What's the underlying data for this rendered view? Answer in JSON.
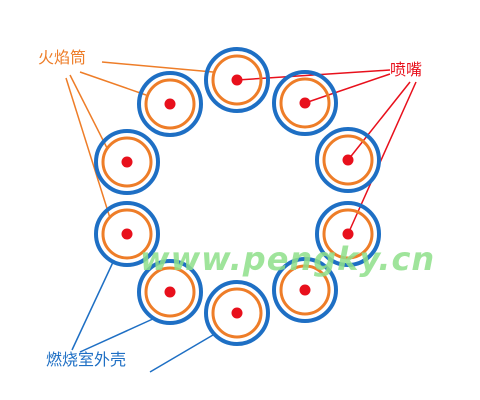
{
  "labels": {
    "flame_tube": "火焰筒",
    "nozzle": "喷嘴",
    "combustor_casing": "燃烧室外壳"
  },
  "watermark": "www.pengky.cn",
  "colors": {
    "casing": "#1e6fc4",
    "liner": "#ee7d28",
    "nozzle": "#e8101c",
    "flame_tube_label": "#ee7d28",
    "nozzle_label": "#e8101c",
    "casing_label": "#1e6fc4",
    "watermark": "#8fe08a"
  },
  "chambers": {
    "count": 10
  }
}
